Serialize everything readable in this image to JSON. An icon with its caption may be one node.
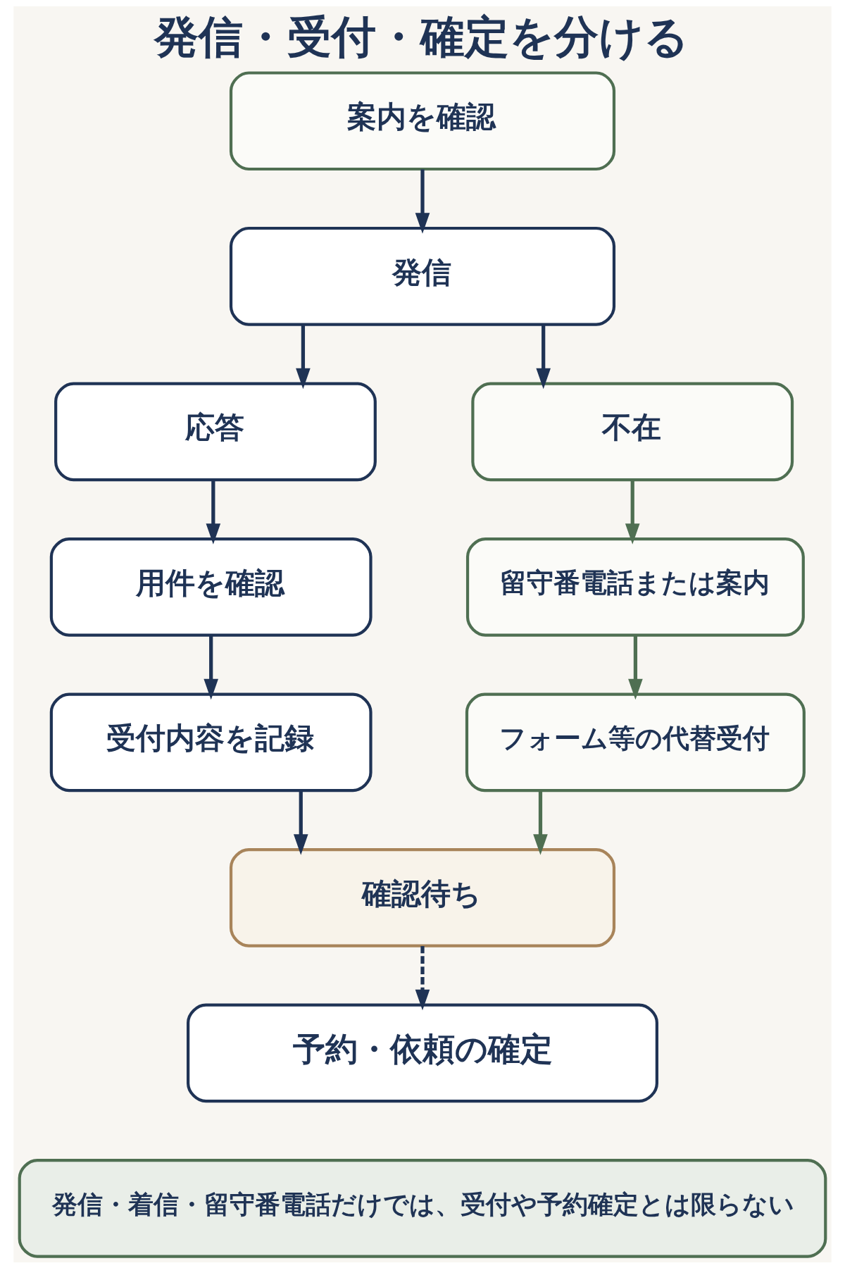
{
  "diagram": {
    "title": "発信・受付・確定を分ける",
    "nodes": [
      {
        "text": [
          "案内を確認"
        ]
      },
      {
        "text": [
          "発信"
        ]
      },
      {
        "text": [
          "応答"
        ]
      },
      {
        "text": [
          "不在"
        ]
      },
      {
        "text": [
          "用件を確認"
        ]
      },
      {
        "text": [
          "留守番電話または案内"
        ]
      },
      {
        "text": [
          "受付内容を記録"
        ]
      },
      {
        "text": [
          "フォーム等の代替受付"
        ]
      },
      {
        "text": [
          "確認待ち"
        ]
      },
      {
        "text": [
          "予約・依頼の確定"
        ]
      },
      {
        "text": [
          "発信・着信・留守番電話だけでは、受付や予約確定とは限らない"
        ]
      }
    ],
    "edges": [
      {
        "from": 0,
        "to": 1,
        "arrow": "to"
      },
      {
        "from": 1,
        "to": 2,
        "arrow": "to"
      },
      {
        "from": 1,
        "to": 3,
        "arrow": "to"
      },
      {
        "from": 2,
        "to": 4,
        "arrow": "to"
      },
      {
        "from": 3,
        "to": 5,
        "arrow": "to",
        "color": "#4f6f52"
      },
      {
        "from": 4,
        "to": 6,
        "arrow": "to"
      },
      {
        "from": 5,
        "to": 7,
        "arrow": "to",
        "color": "#4f6f52"
      },
      {
        "from": 6,
        "to": 8,
        "arrow": "to"
      },
      {
        "from": 7,
        "to": 8,
        "arrow": "to",
        "color": "#4f6f52"
      },
      {
        "from": 8,
        "to": 9,
        "arrow": "to",
        "style": "dashed"
      }
    ]
  }
}
